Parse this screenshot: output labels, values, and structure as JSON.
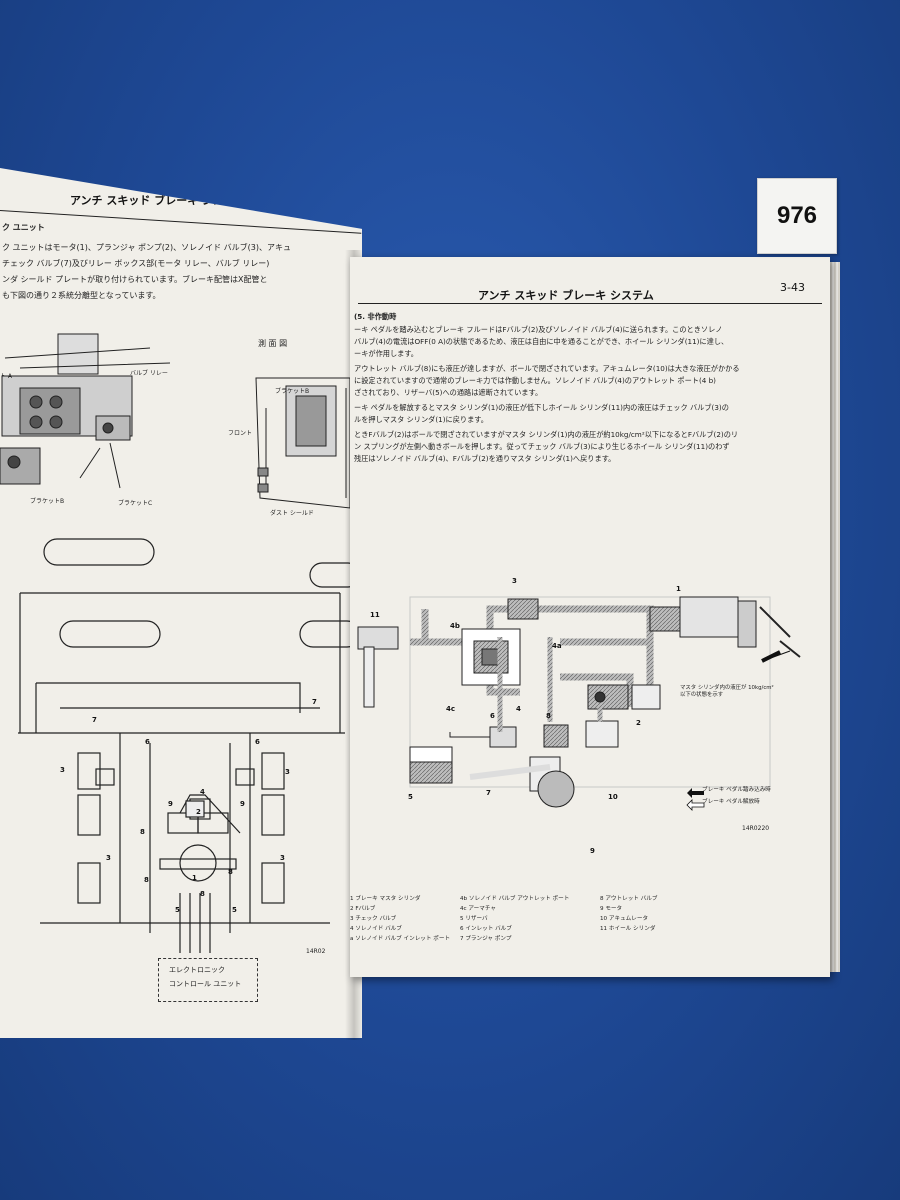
{
  "tag": {
    "number": "976"
  },
  "left_page": {
    "header": "アンチ スキッド ブレーキ システム",
    "section": "ク ユニット",
    "lines": [
      "ク ユニットはモータ(1)、プランジャ ポンプ(2)、ソレノイド バルブ(3)、アキュ",
      "チェック バルブ(7)及びリレー ボックス部(モータ リレー、バルブ リレー)",
      "ンダ シールド プレートが取り付けられています。ブレーキ配管はX配管と",
      "も下図の通り２系統分離型となっています。"
    ],
    "labels": {
      "side_view": "測 面 図",
      "valve_relay": "バルブ リレー",
      "bracket_a": "ト A",
      "bracket_b": "ブラケットB",
      "bracket_b2": "ブラケットB",
      "bracket_c": "ブラケットC",
      "front": "フロント",
      "dust_shield": "ダスト シールド",
      "ecu_line1": "エレクトロニック",
      "ecu_line2": "コントロール ユニット",
      "code": "14R02"
    },
    "numbers": [
      "7",
      "6",
      "6",
      "7",
      "3",
      "4",
      "3",
      "9",
      "2",
      "9",
      "3",
      "8",
      "1",
      "8",
      "3",
      "8",
      "5",
      "5",
      "8"
    ]
  },
  "right_page": {
    "header": "アンチ スキッド ブレーキ システム",
    "page_number": "3-43",
    "section": "(5. 非作動時",
    "lines": [
      "ーキ ペダルを踏み込むとブレーキ フルードはFバルブ(2)及びソレノイド バルブ(4)に送られます。このときソレノ",
      "バルブ(4)の電流はOFF(0 A)の状態であるため、液圧は自由に中を通ることができ、ホイール シリンダ(11)に達し、",
      "ーキが作用します。",
      "アウトレット バルブ(8)にも液圧が達しますが、ボールで閉ざされています。アキュムレータ(10)は大きな液圧がかかる",
      "に設定されていますので通常のブレーキ力では作動しません。ソレノイド バルブ(4)のアウトレット ポート(4 b)",
      "ざされており、リザーバ(5)への通路は遮断されています。",
      "ーキ ペダルを解放するとマスタ シリンダ(1)の液圧が低下しホイール シリンダ(11)内の液圧はチェック バルブ(3)の",
      "ルを押しマスタ シリンダ(1)に戻ります。",
      "ときFバルブ(2)はボールで閉ざされていますがマスタ シリンダ(1)内の液圧が約10kg/cm²以下になるとFバルブ(2)のリ",
      "ン スプリングが左側へ動きボールを押します。従ってチェック バルブ(3)により生じるホイール シリンダ(11)のわず",
      "残圧はソレノイド バルブ(4)、Fバルブ(2)を通りマスタ シリンダ(1)へ戻ります。"
    ],
    "diagram": {
      "note": "マスタ シリンダ内の液圧が 10kg/cm²以下の状態を示す",
      "arrow_press": "ブレーキ ペダル踏み込み時",
      "arrow_release": "ブレーキ ペダル解放時",
      "code": "14R0220",
      "numbers": [
        "1",
        "3",
        "11",
        "4b",
        "4a",
        "4",
        "4c",
        "6",
        "8",
        "2",
        "7",
        "5",
        "10",
        "9"
      ]
    },
    "legend": [
      [
        "1 ブレーキ マスタ シリンダ",
        "4b ソレノイド バルブ アウトレット ポート",
        "8 アウトレット バルブ"
      ],
      [
        "2 Fバルブ",
        "4c アーマチャ",
        "9 モータ"
      ],
      [
        "3 チェック バルブ",
        "5 リザーバ",
        "10 アキュムレータ"
      ],
      [
        "4 ソレノイド バルブ",
        "6 インレット バルブ",
        "11 ホイール シリンダ"
      ],
      [
        "a ソレノイド バルブ インレット ポート",
        "7 プランジャ ポンプ",
        ""
      ]
    ]
  },
  "colors": {
    "background": "#1f4d9c",
    "paper": "#f1efe9",
    "ink": "#111111"
  }
}
